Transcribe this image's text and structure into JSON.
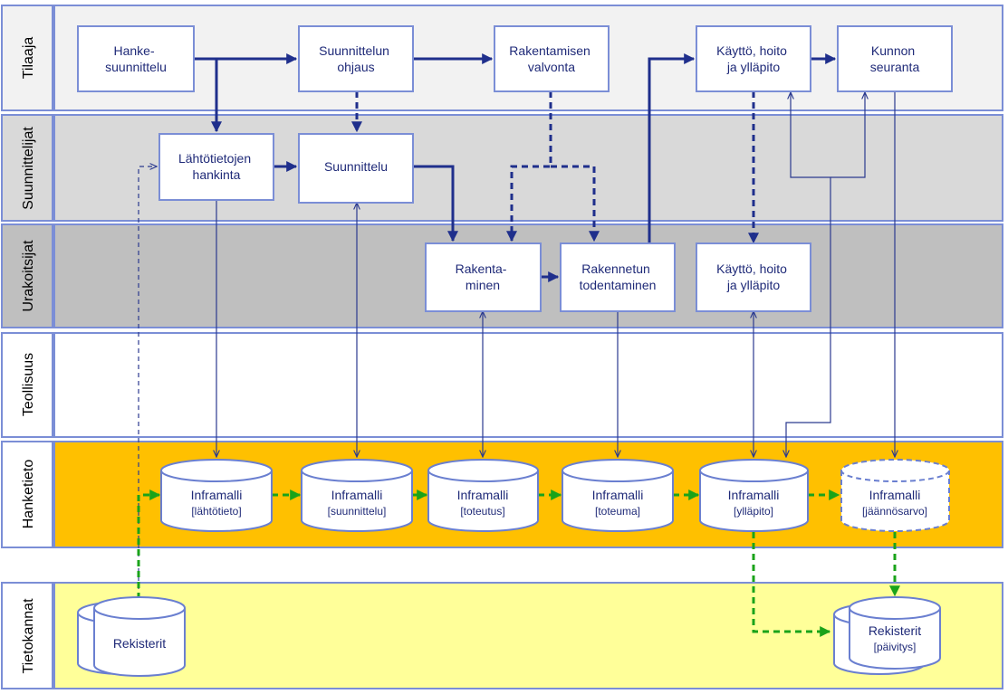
{
  "colors": {
    "lane_light": "#f2f2f2",
    "lane_mid": "#d9d9d9",
    "lane_dark": "#bfbfbf",
    "lane_white": "#ffffff",
    "lane_hanketieto": "#ffc000",
    "lane_tietokannat": "#ffff99",
    "border": "#7b8ed6",
    "arrow_dark": "#1f2f8c",
    "arrow_thin": "#2b3a8f",
    "arrow_green": "#1aa31a"
  },
  "lanes": [
    {
      "id": "tilaaja",
      "label": "Tilaaja"
    },
    {
      "id": "suunnittelijat",
      "label": "Suunnittelijat"
    },
    {
      "id": "urakoitsijat",
      "label": "Urakoitsijat"
    },
    {
      "id": "teollisuus",
      "label": "Teollisuus"
    },
    {
      "id": "hanketieto",
      "label": "Hanketieto"
    },
    {
      "id": "tietokannat",
      "label": "Tietokannat"
    }
  ],
  "boxes": {
    "hankesuunnittelu": [
      "Hanke-",
      "suunnittelu"
    ],
    "suunnittelun_ohjaus": [
      "Suunnittelun",
      "ohjaus"
    ],
    "rakentamisen_valvonta": [
      "Rakentamisen",
      "valvonta"
    ],
    "kaytto_tilaaja": [
      "Käyttö, hoito",
      "ja ylläpito"
    ],
    "kunnon_seuranta": [
      "Kunnon",
      "seuranta"
    ],
    "lahtotietojen_hankinta": [
      "Lähtötietojen",
      "hankinta"
    ],
    "suunnittelu": [
      "Suunnittelu"
    ],
    "rakentaminen": [
      "Rakenta-",
      "minen"
    ],
    "rakennetun_todentaminen": [
      "Rakennetun",
      "todentaminen"
    ],
    "kaytto_urakoitsija": [
      "Käyttö, hoito",
      "ja ylläpito"
    ]
  },
  "models": {
    "lahtotieto": {
      "title": "Inframalli",
      "sub": "[lähtötieto]"
    },
    "suunnittelu": {
      "title": "Inframalli",
      "sub": "[suunnittelu]"
    },
    "toteutus": {
      "title": "Inframalli",
      "sub": "[toteutus]"
    },
    "toteuma": {
      "title": "Inframalli",
      "sub": "[toteuma]"
    },
    "yllapito": {
      "title": "Inframalli",
      "sub": "[ylläpito]"
    },
    "jaannosarvo": {
      "title": "Inframalli",
      "sub": "[jäännösarvo]"
    }
  },
  "databases": {
    "rekisterit": {
      "title": "Rekisterit"
    },
    "rekisterit_paivitys": {
      "title": "Rekisterit",
      "sub": "[päivitys]"
    }
  }
}
